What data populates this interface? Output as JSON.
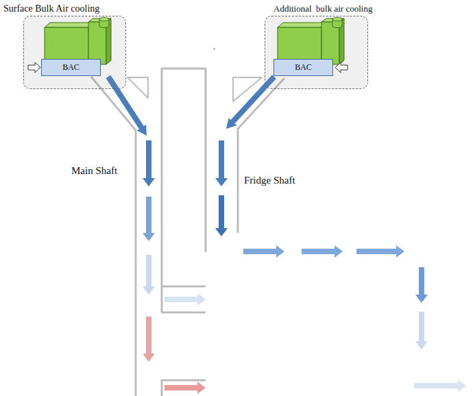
{
  "diagram": {
    "nodes": [
      {
        "text": [
          "Surface Bulk Air cooling"
        ]
      },
      {
        "text": [
          "BAC"
        ],
        "in": 0
      },
      {
        "text": [
          "Additional  bulk air cooling"
        ]
      },
      {
        "text": [
          "BAC"
        ],
        "in": 2
      }
    ],
    "labels": [
      "Main Shaft",
      "Fridge Shaft",
      "."
    ]
  }
}
